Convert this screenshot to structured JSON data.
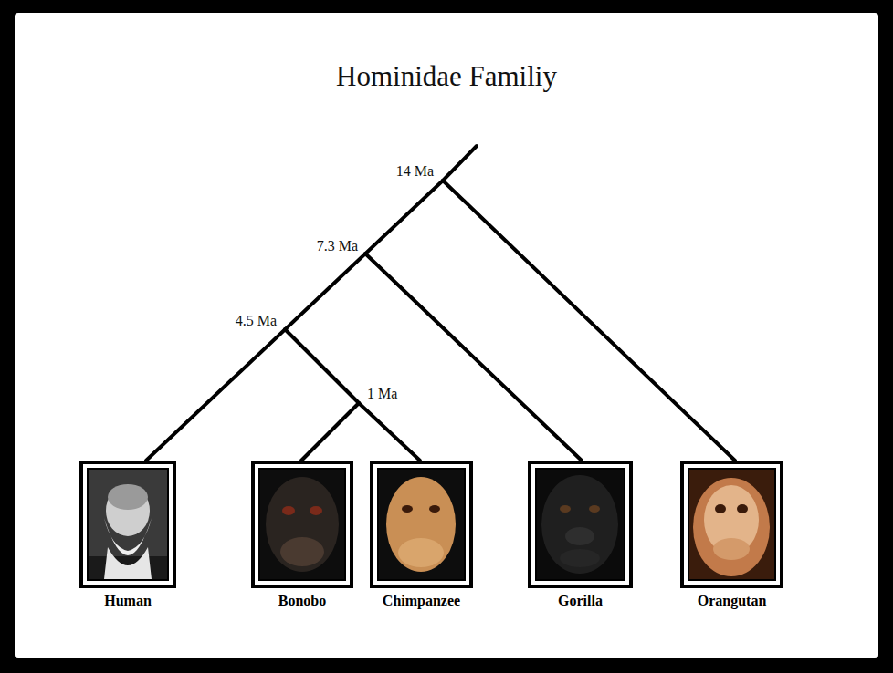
{
  "diagram": {
    "title": "Hominidae Familiy",
    "nodes": [
      {
        "text": [
          "Human"
        ]
      },
      {
        "text": [
          "Bonobo"
        ]
      },
      {
        "text": [
          "Chimpanzee"
        ]
      },
      {
        "text": [
          "Gorilla"
        ]
      },
      {
        "text": [
          "Orangutan"
        ]
      }
    ],
    "labels": [
      "14 Ma",
      "7.3 Ma",
      "4.5 Ma",
      "1 Ma"
    ]
  }
}
